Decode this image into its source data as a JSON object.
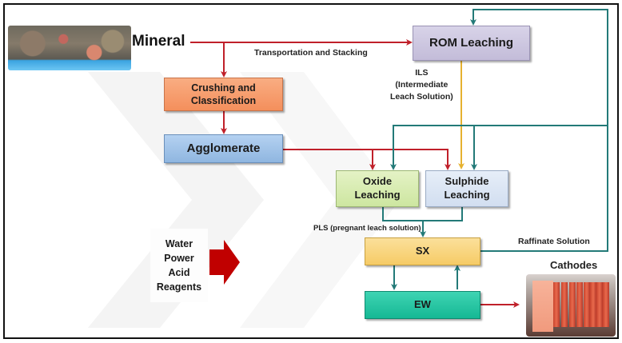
{
  "diagram": {
    "type": "process-flow",
    "nodes": {
      "mineral": {
        "label": "Mineral",
        "image": "ore-rock-image"
      },
      "rom_leaching": {
        "label": "ROM Leaching",
        "color": "#ccc6e0"
      },
      "crushing": {
        "line1": "Crushing and",
        "line2": "Classification",
        "color": "#f79c6b"
      },
      "agglomerate": {
        "label": "Agglomerate",
        "color": "#9fc2e8"
      },
      "oxide": {
        "line1": "Oxide",
        "line2": "Leaching",
        "color": "#d8ecb1"
      },
      "sulphide": {
        "line1": "Sulphide",
        "line2": "Leaching",
        "color": "#dbe6f3"
      },
      "sx": {
        "label": "SX",
        "color": "#f9d57e"
      },
      "ew": {
        "label": "EW",
        "color": "#1ec4a2"
      },
      "cathodes": {
        "label": "Cathodes",
        "image": "copper-cathodes-image"
      }
    },
    "edge_labels": {
      "transport": "Transportation and Stacking",
      "ils_1": "ILS",
      "ils_2": "(Intermediate",
      "ils_3": "Leach Solution)",
      "pls": "PLS (pregnant leach solution)",
      "raffinate": "Raffinate Solution"
    },
    "inputs": {
      "items": [
        "Water",
        "Power",
        "Acid",
        "Reagents"
      ],
      "arrow_color": "#c00000"
    },
    "colors": {
      "red_flow": "#c0202a",
      "teal_flow": "#237a78",
      "yellow_flow": "#e6b230"
    },
    "edges": [
      {
        "from": "Mineral",
        "to": "ROM Leaching",
        "color": "red",
        "label": "Transportation and Stacking"
      },
      {
        "from": "Mineral",
        "to": "Crushing and Classification",
        "color": "red"
      },
      {
        "from": "Crushing and Classification",
        "to": "Agglomerate",
        "color": "red"
      },
      {
        "from": "Agglomerate",
        "to": "Oxide Leaching",
        "color": "red"
      },
      {
        "from": "Agglomerate",
        "to": "Sulphide Leaching",
        "color": "red"
      },
      {
        "from": "ROM Leaching",
        "to": "Sulphide Leaching",
        "color": "yellow",
        "label": "ILS (Intermediate Leach Solution)"
      },
      {
        "from": "Oxide Leaching",
        "to": "SX",
        "color": "teal",
        "label": "PLS (pregnant leach solution)"
      },
      {
        "from": "Sulphide Leaching",
        "to": "SX",
        "color": "teal"
      },
      {
        "from": "SX",
        "to": "ROM Leaching",
        "color": "teal",
        "label": "Raffinate Solution"
      },
      {
        "from": "SX",
        "to": "Oxide Leaching",
        "color": "teal"
      },
      {
        "from": "SX",
        "to": "Sulphide Leaching",
        "color": "teal"
      },
      {
        "from": "SX",
        "to": "EW",
        "color": "teal"
      },
      {
        "from": "EW",
        "to": "SX",
        "color": "teal"
      },
      {
        "from": "EW",
        "to": "Cathodes",
        "color": "red"
      }
    ]
  }
}
